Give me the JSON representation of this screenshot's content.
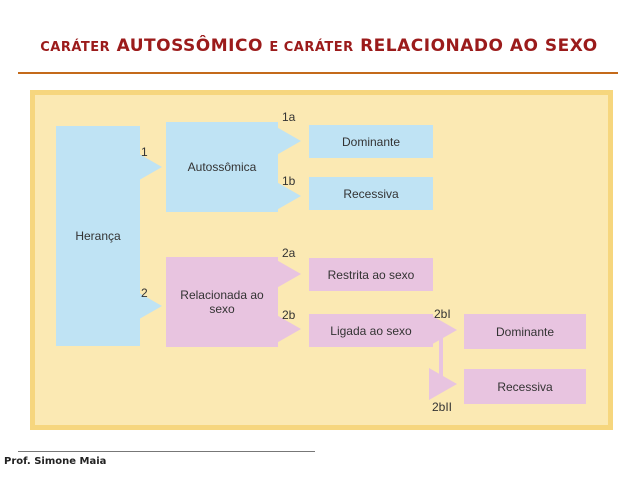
{
  "title": {
    "part1": "CARÁTER",
    "part2": "AUTOSSÔMICO",
    "part3": "E CARÁTER",
    "part4": "RELACIONADO AO SEXO"
  },
  "diagram": {
    "nodes": {
      "heranca": "Herança",
      "autossomica": "Autossômica",
      "relacionada": "Relacionada ao sexo",
      "dominante_1": "Dominante",
      "recessiva_1": "Recessiva",
      "restrita": "Restrita ao sexo",
      "ligada": "Ligada ao sexo",
      "dominante_2": "Dominante",
      "recessiva_2": "Recessiva"
    },
    "edge_labels": {
      "e1": "1",
      "e2": "2",
      "e1a": "1a",
      "e1b": "1b",
      "e2a": "2a",
      "e2b": "2b",
      "e2bI": "2bI",
      "e2bII": "2bII"
    },
    "colors": {
      "background": "#fbe9b3",
      "border": "#f6d67e",
      "blue": "#bfe3f4",
      "pink": "#e8c4e0"
    }
  },
  "footer": {
    "author": "Prof. Simone Maia"
  }
}
